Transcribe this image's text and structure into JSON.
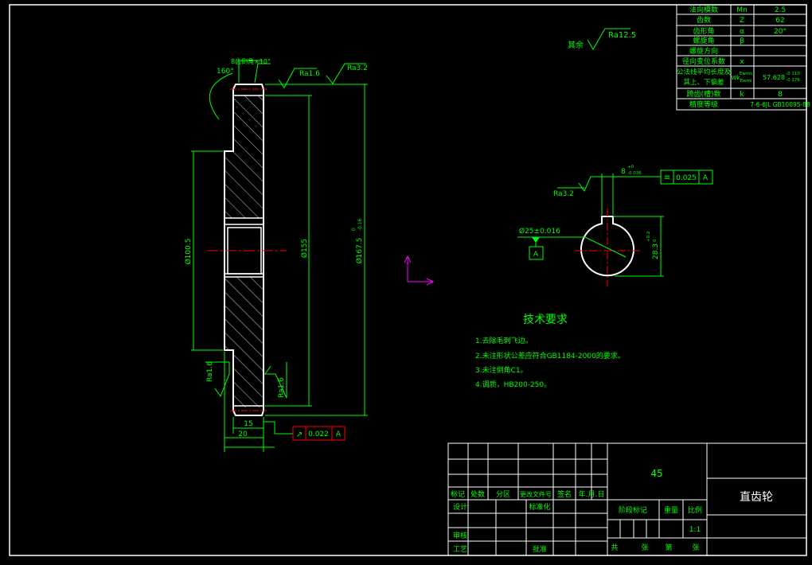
{
  "params_table": {
    "rows": [
      {
        "name": "法向模数",
        "sym": "Mn",
        "val": "2.5"
      },
      {
        "name": "齿数",
        "sym": "Z",
        "val": "62"
      },
      {
        "name": "齿形角",
        "sym": "α",
        "val": "20°"
      },
      {
        "name": "螺旋角",
        "sym": "β",
        "val": ""
      },
      {
        "name": "螺旋方向",
        "sym": "",
        "val": ""
      },
      {
        "name": "径向变位系数",
        "sym": "x",
        "val": ""
      },
      {
        "name": "公法线平均长度及",
        "name2": "其上、下偏差",
        "sym": "Wk",
        "sym2": "Ewms",
        "sym3": "Ewmi",
        "val": "57.628",
        "val_up": "-0.110",
        "val_lo": "-0.176"
      },
      {
        "name": "跨齿(槽)数",
        "sym": "k",
        "val": "8"
      },
      {
        "name": "精度等级",
        "sym": "",
        "val": "7-6-6JL GB10095-88"
      }
    ]
  },
  "surface_rest": {
    "prefix": "其余",
    "value": "Ra12.5"
  },
  "gear_view": {
    "chamfer_note": "8齿倒角×10°",
    "angle_160": "160°",
    "ra_top_1": "Ra1.6",
    "ra_top_2": "Ra3.2",
    "dim_d100": "Ø100.5",
    "dim_d155": "Ø155",
    "dim_d167": "Ø167.5",
    "dim_d167_tol_up": "0",
    "dim_d167_tol_lo": "-0.16",
    "ra_left": "Ra1.6",
    "ra_right": "Ra1.6",
    "dim_15": "15",
    "dim_20": "20",
    "runout_symbol": "↗",
    "runout_value": "0.022",
    "runout_datum": "A"
  },
  "keyway_view": {
    "dim_8": "8",
    "dim_8_tol_up": "+0",
    "dim_8_tol_lo": "-0.036",
    "sym_symbol": "≡",
    "sym_value": "0.025",
    "sym_datum": "A",
    "ra": "Ra3.2",
    "bore": "Ø25±0.016",
    "datum": "A",
    "dim_283": "28.3",
    "dim_283_tol_up": "+0.2",
    "dim_283_tol_lo": "0"
  },
  "tech_req": {
    "title": "技术要求",
    "items": [
      "1.去除毛刺飞边。",
      "2.未注形状公差应符合GB1184-2000的要求。",
      "3.未注倒角C1。",
      "4.调质，HB200-250。"
    ]
  },
  "title_block": {
    "material": "45",
    "part_name": "直齿轮",
    "header_cols": [
      "标记",
      "处数",
      "分区",
      "更改文件号",
      "签名",
      "年.月.日"
    ],
    "row_design": "设计",
    "row_standard": "标准化",
    "row_check": "审核",
    "row_process": "工艺",
    "row_approve": "批准",
    "stage_mark": "阶段标记",
    "weight": "重量",
    "scale_label": "比例",
    "scale_value": "1:1",
    "sheet_total": "共",
    "sheet_unit1": "张",
    "sheet_no": "第",
    "sheet_unit2": "张"
  },
  "colors": {
    "background": "#000000",
    "outline": "#ffffff",
    "dimension": "#00ff00",
    "centerline": "#ff0000",
    "tolerance_frame": "#ff0000",
    "ucs_icon": "#ff00ff"
  }
}
